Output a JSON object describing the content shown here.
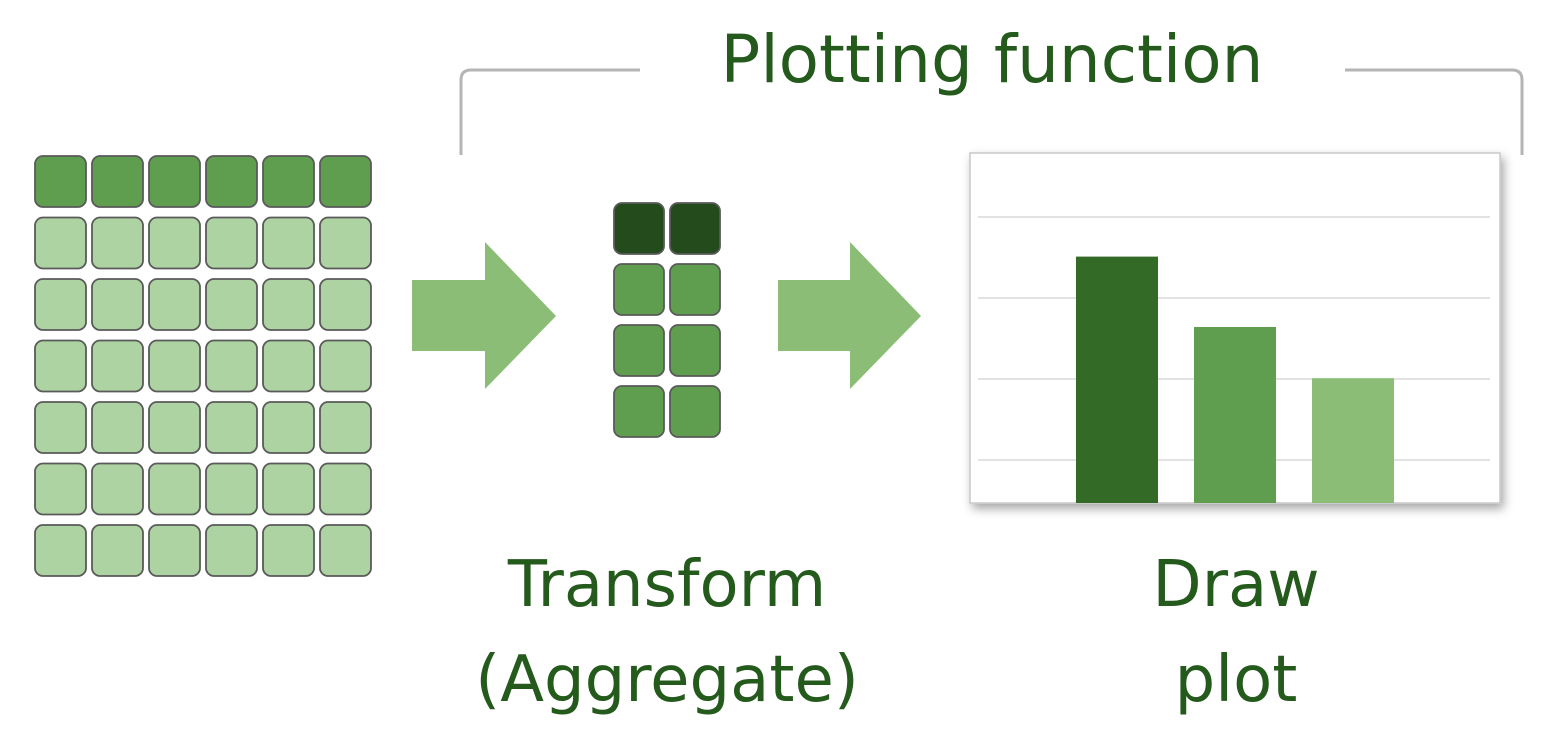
{
  "header": {
    "title": "Plotting function"
  },
  "steps": {
    "transform": {
      "line1": "Transform",
      "line2": "(Aggregate)"
    },
    "draw": {
      "line1": "Draw",
      "line2": "plot"
    }
  },
  "source_table": {
    "columns": 6,
    "rows": 7,
    "header_rows": 1
  },
  "aggregated_table": {
    "columns": 2,
    "rows": 4,
    "header_rows": 1
  },
  "example_plot": {
    "bars": [
      {
        "value": 0.77,
        "color": "#336b26"
      },
      {
        "value": 0.55,
        "color": "#5f9e4e"
      },
      {
        "value": 0.39,
        "color": "#8bbd77"
      }
    ],
    "gridlines": 4
  },
  "colors": {
    "text": "#255a1d",
    "cell_light": "#aed3a2",
    "cell_medium": "#609e4f",
    "cell_dark": "#234b1b",
    "arrow": "#8bbd77",
    "bracket": "#b5b5b5",
    "grid": "#d9d9d9"
  }
}
